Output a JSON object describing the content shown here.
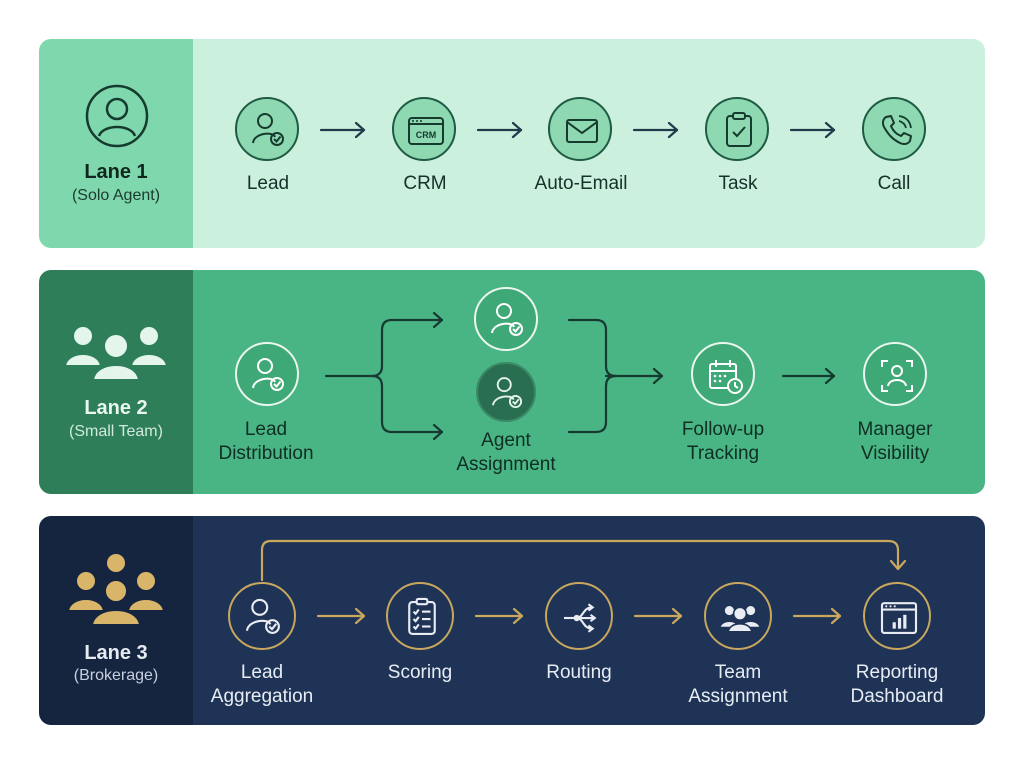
{
  "lanes": [
    {
      "title": "Lane 1",
      "subtitle": "(Solo Agent)",
      "icon": "single-user-icon",
      "steps": [
        {
          "label": "Lead",
          "icon": "user-check-icon"
        },
        {
          "label": "CRM",
          "icon": "crm-window-icon",
          "icon_text": "CRM"
        },
        {
          "label": "Auto-Email",
          "icon": "envelope-icon"
        },
        {
          "label": "Task",
          "icon": "clipboard-check-icon"
        },
        {
          "label": "Call",
          "icon": "phone-icon"
        }
      ]
    },
    {
      "title": "Lane 2",
      "subtitle": "(Small Team)",
      "icon": "team-icon",
      "steps": [
        {
          "label_line1": "Lead",
          "label_line2": "Distribution",
          "icon": "user-check-icon"
        },
        {
          "label_line1": "Agent",
          "label_line2": "Assignment",
          "icon": "user-check-icon"
        },
        {
          "label_line1": "Follow-up",
          "label_line2": "Tracking",
          "icon": "calendar-clock-icon"
        },
        {
          "label_line1": "Manager",
          "label_line2": "Visibility",
          "icon": "focus-user-icon"
        }
      ]
    },
    {
      "title": "Lane 3",
      "subtitle": "(Brokerage)",
      "icon": "group-icon",
      "steps": [
        {
          "label_line1": "Lead",
          "label_line2": "Aggregation",
          "icon": "user-check-icon"
        },
        {
          "label": "Scoring",
          "icon": "checklist-icon"
        },
        {
          "label": "Routing",
          "icon": "routing-icon"
        },
        {
          "label_line1": "Team",
          "label_line2": "Assignment",
          "icon": "team-icon"
        },
        {
          "label_line1": "Reporting",
          "label_line2": "Dashboard",
          "icon": "dashboard-icon"
        }
      ]
    }
  ],
  "colors": {
    "lane1_side": "#7fd8ad",
    "lane1_main": "#ccf0de",
    "lane2_side": "#2e7e5a",
    "lane2_main": "#4ab584",
    "lane3_side": "#152540",
    "lane3_main": "#1e3356",
    "gold": "#c9a85e",
    "dark_green": "#1f5a45",
    "arrow_dark": "#1f3a4a"
  }
}
